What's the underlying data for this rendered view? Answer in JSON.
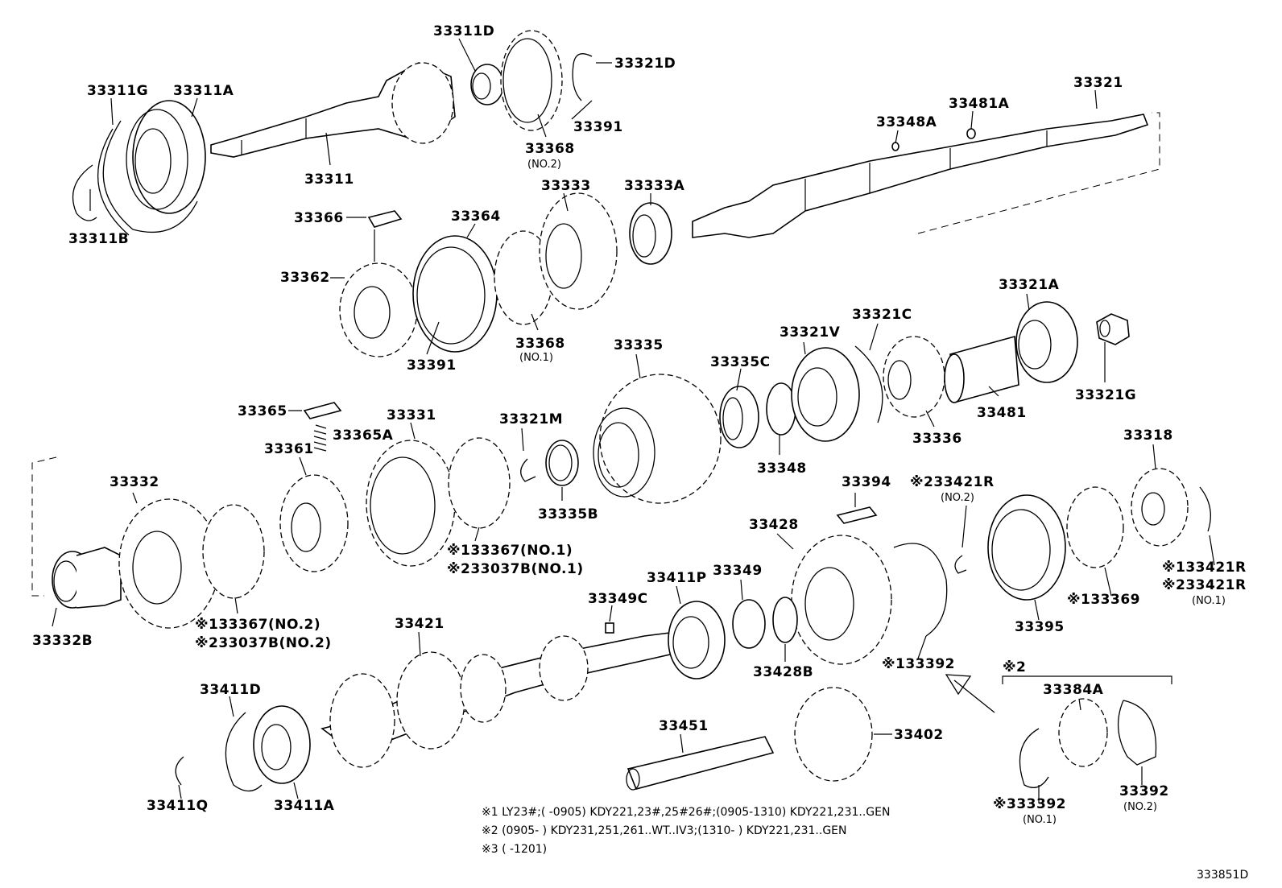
{
  "labels": {
    "p33311g": "33311G",
    "p33311a": "33311A",
    "p33311b": "33311B",
    "p33311": "33311",
    "p33311d": "33311D",
    "p33321d": "33321D",
    "p33391a": "33391",
    "p33368a": "33368",
    "p33368a_no": "(NO.2)",
    "p33321": "33321",
    "p33481a": "33481A",
    "p33348a": "33348A",
    "p33366": "33366",
    "p33364": "33364",
    "p33333": "33333",
    "p33333a": "33333A",
    "p33362": "33362",
    "p33391b": "33391",
    "p33368b": "33368",
    "p33368b_no": "(NO.1)",
    "p33335": "33335",
    "p33335c": "33335C",
    "p33321v": "33321V",
    "p33321c": "33321C",
    "p33321a": "33321A",
    "p33321g": "33321G",
    "p33481": "33481",
    "p33336": "33336",
    "p33348": "33348",
    "p33365": "33365",
    "p33365a": "33365A",
    "p33331": "33331",
    "p33321m": "33321M",
    "p33361": "33361",
    "p33332": "33332",
    "p33335b": "33335B",
    "p33332b": "33332B",
    "p133367a": "※133367(NO.1)",
    "p233037a": "※233037B(NO.1)",
    "p133367b": "※133367(NO.2)",
    "p233037b": "※233037B(NO.2)",
    "p33394": "33394",
    "p23421r": "※233421R",
    "p23421r_no": "(NO.2)",
    "p33318": "33318",
    "p33428": "33428",
    "p33349": "33349",
    "p33411p": "33411P",
    "p33349c": "33349C",
    "p33421": "33421",
    "p133421r": "※133421R",
    "p233421r": "※233421R",
    "p233421r_no": "(NO.1)",
    "p133369": "※133369",
    "p33395": "33395",
    "p33428b": "33428B",
    "p133392": "※133392",
    "p33411d": "33411D",
    "p33411a": "33411A",
    "p33411q": "33411Q",
    "p33451": "33451",
    "p33402": "33402",
    "mark2": "※2",
    "p33384a": "33384A",
    "p33392": "33392",
    "p33392_no": "(NO.2)",
    "p333392": "※333392",
    "p333392_no": "(NO.1)"
  },
  "notes": {
    "n1": "※1 LY23#;(      -0905) KDY221,23#,25#26#;(0905-1310) KDY221,231..GEN",
    "n2": "※2 (0905-        ) KDY231,251,261..WT..IV3;(1310-        ) KDY221,231..GEN",
    "n3": "※3 (        -1201)"
  },
  "figure_id": "333851D"
}
